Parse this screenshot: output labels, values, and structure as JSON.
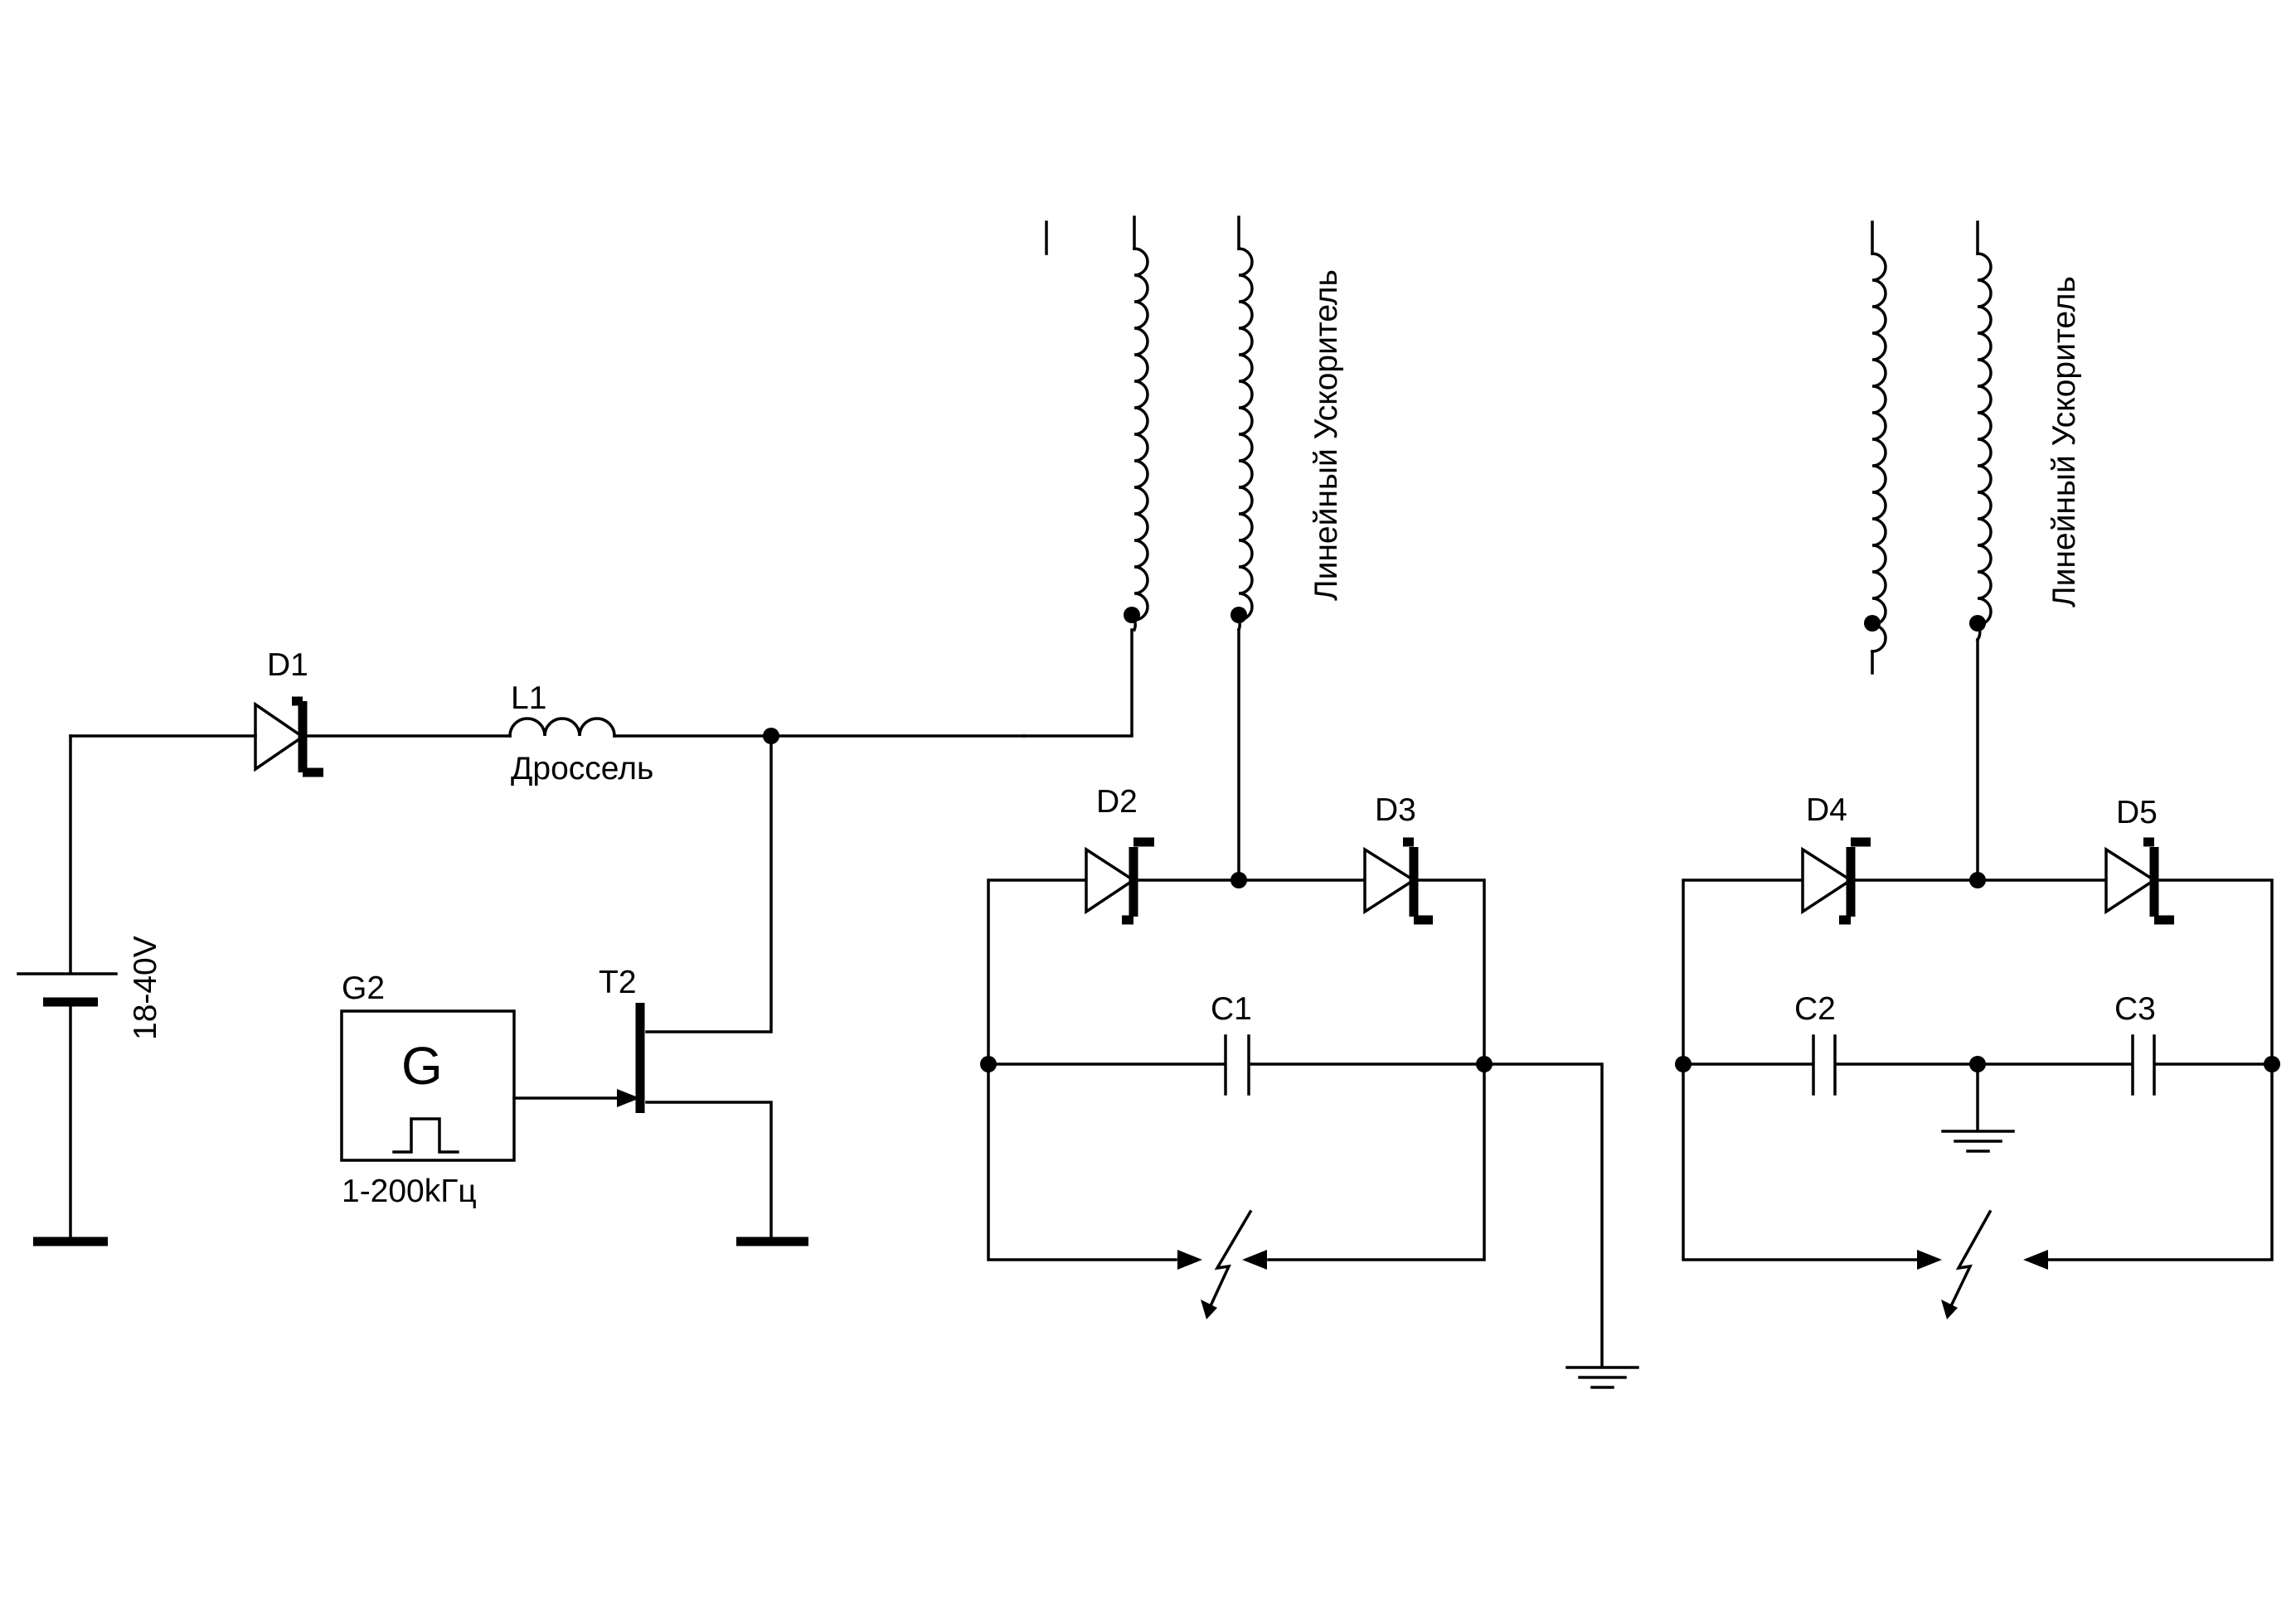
{
  "labels": {
    "d1": "D1",
    "l1": "L1",
    "l1_desc": "Дроссель",
    "battery_voltage": "18-40V",
    "g2": "G2",
    "g2_symbol": "G",
    "g2_freq": "1-200kГц",
    "t2": "T2",
    "d2": "D2",
    "d3": "D3",
    "c1": "C1",
    "d4": "D4",
    "d5": "D5",
    "c2": "C2",
    "c3": "C3",
    "accelerator_1": "Линейный Ускоритель",
    "accelerator_2": "Линейный Ускоритель"
  },
  "colors": {
    "line": "#000000",
    "background": "#ffffff"
  }
}
